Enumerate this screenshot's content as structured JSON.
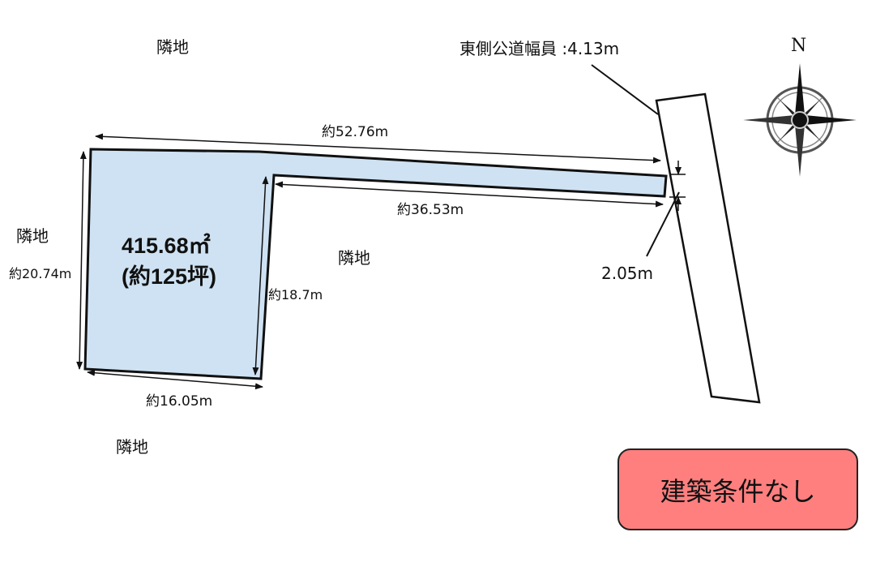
{
  "labels": {
    "neighbor_top": "隣地",
    "neighbor_left": "隣地",
    "neighbor_middle": "隣地",
    "neighbor_bottom": "隣地",
    "road_width": "東側公道幅員 :4.13m",
    "frontage": "2.05m",
    "north": "N"
  },
  "dimensions": {
    "top": "約52.76m",
    "inner_top": "約36.53m",
    "left": "約20.74m",
    "inner_right": "約18.7m",
    "bottom": "約16.05m"
  },
  "area": {
    "sqm": "415.68㎡",
    "tsubo": "(約125坪)"
  },
  "badge": {
    "text": "建築条件なし",
    "color": "#ff7f7f"
  },
  "colors": {
    "lot_fill": "#cfe2f3"
  }
}
